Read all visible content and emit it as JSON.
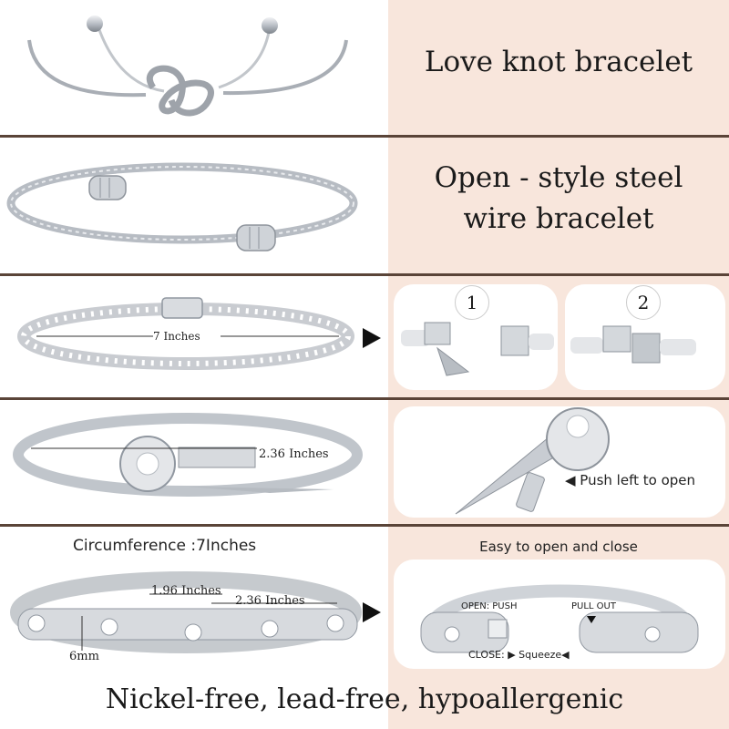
{
  "rows": {
    "row1": {
      "title": "Love knot bracelet"
    },
    "row2": {
      "title_line1": "Open - style steel",
      "title_line2": "wire bracelet"
    },
    "row3": {
      "length_label": "7 Inches",
      "step1": "1",
      "step2": "2"
    },
    "row4": {
      "width_label": "2.36 Inches",
      "instruction": "◀ Push left to open"
    },
    "row5": {
      "circumference_label": "Circumference :7Inches",
      "height_label": "1.96 Inches",
      "width_label": "2.36 Inches",
      "thickness_label": "6mm",
      "ease_label": "Easy to open and close",
      "open_label": "OPEN: PUSH",
      "pull_label": "PULL OUT",
      "close_label": "CLOSE: ▶ Squeeze◀"
    }
  },
  "footer": {
    "tagline": "Nickel-free, lead-free, hypoallergenic"
  },
  "colors": {
    "right_panel": "#f8e6dc",
    "divider": "#5a4438",
    "silver": "#c8ccd2",
    "silver_dark": "#8d939b"
  },
  "icons": {
    "arrow": "right-triangle-arrow"
  }
}
